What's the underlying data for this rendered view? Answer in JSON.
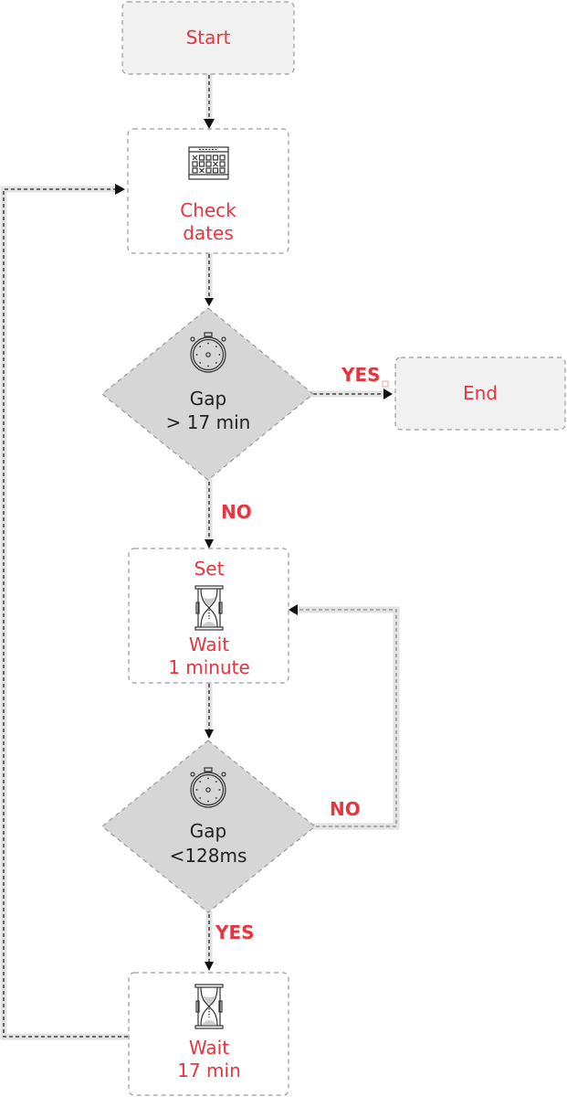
{
  "nodes": {
    "start": {
      "label": "Start"
    },
    "check_dates": {
      "line1": "Check",
      "line2": "dates",
      "icon": "calendar-icon"
    },
    "decision_gap_17": {
      "line1": "Gap",
      "line2": "> 17 min",
      "icon": "stopwatch-icon"
    },
    "end": {
      "label": "End"
    },
    "set_wait_1": {
      "line0": "Set",
      "line1": "Wait",
      "line2": "1 minute",
      "icon": "hourglass-icon"
    },
    "decision_gap_128": {
      "line1": "Gap",
      "line2": "<128ms",
      "icon": "stopwatch-icon"
    },
    "wait_17": {
      "line1": "Wait",
      "line2": "17 min",
      "icon": "hourglass-icon"
    }
  },
  "edges": {
    "gap17_yes": {
      "label": "YES"
    },
    "gap17_no": {
      "label": "NO"
    },
    "gap128_no": {
      "label": "NO"
    },
    "gap128_yes": {
      "label": "YES"
    }
  },
  "colors": {
    "accent_text": "#e8343f",
    "decision_fill": "#d6d6d6",
    "terminal_fill": "#f1f1f1",
    "border": "#9a9a9a"
  }
}
